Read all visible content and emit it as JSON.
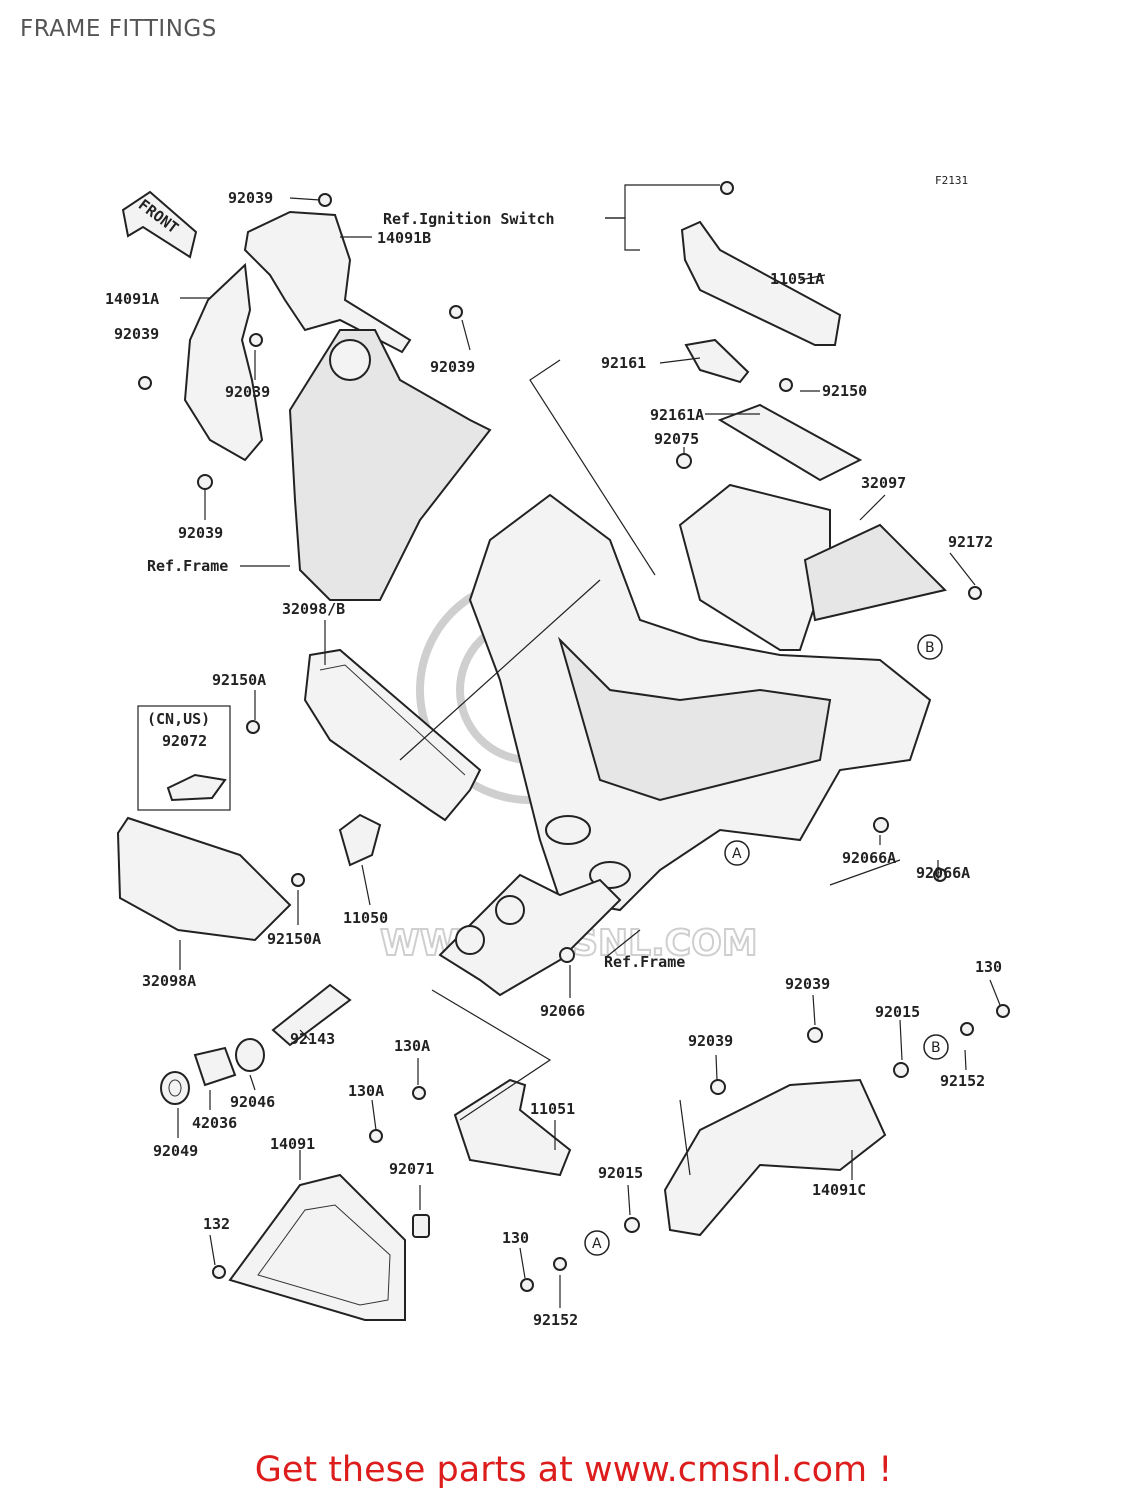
{
  "header": {
    "title": "FRAME FITTINGS"
  },
  "figure_code": "F2131",
  "front_marker": "FRONT",
  "watermark": "WWW.CMSNL.COM",
  "references": {
    "ignition_switch": "Ref.Ignition Switch",
    "frame_upper": "Ref.Frame",
    "frame_lower": "Ref.Frame"
  },
  "region_note": {
    "line1": "(CN,US)",
    "line2": "92072"
  },
  "connectors": {
    "a": "A",
    "b": "B"
  },
  "part_labels": {
    "p92039_a": "92039",
    "p14091b": "14091B",
    "p14091a": "14091A",
    "p92039_b": "92039",
    "p92039_c": "92039",
    "p92039_d": "92039",
    "p92039_e": "92039",
    "p11051a": "11051A",
    "p92161": "92161",
    "p92150": "92150",
    "p92161a": "92161A",
    "p92075": "92075",
    "p32097": "32097",
    "p92172": "92172",
    "p32098b": "32098/B",
    "p92150a_top": "92150A",
    "p92066a_1": "92066A",
    "p92066a_2": "92066A",
    "p11050": "11050",
    "p92150a_bot": "92150A",
    "p32098a": "32098A",
    "p92066": "92066",
    "p92143": "92143",
    "p92046": "92046",
    "p42036": "42036",
    "p92049": "92049",
    "p130a_1": "130A",
    "p130a_2": "130A",
    "p11051": "11051",
    "p14091": "14091",
    "p92071": "92071",
    "p132": "132",
    "p92039_f": "92039",
    "p92039_g": "92039",
    "p92015_1": "92015",
    "p130_1": "130",
    "p92152_1": "92152",
    "p14091c": "14091C",
    "p92015_2": "92015",
    "p130_2": "130",
    "p92152_2": "92152"
  },
  "footer": {
    "link_text": "Get these parts at www.cmsnl.com !"
  }
}
